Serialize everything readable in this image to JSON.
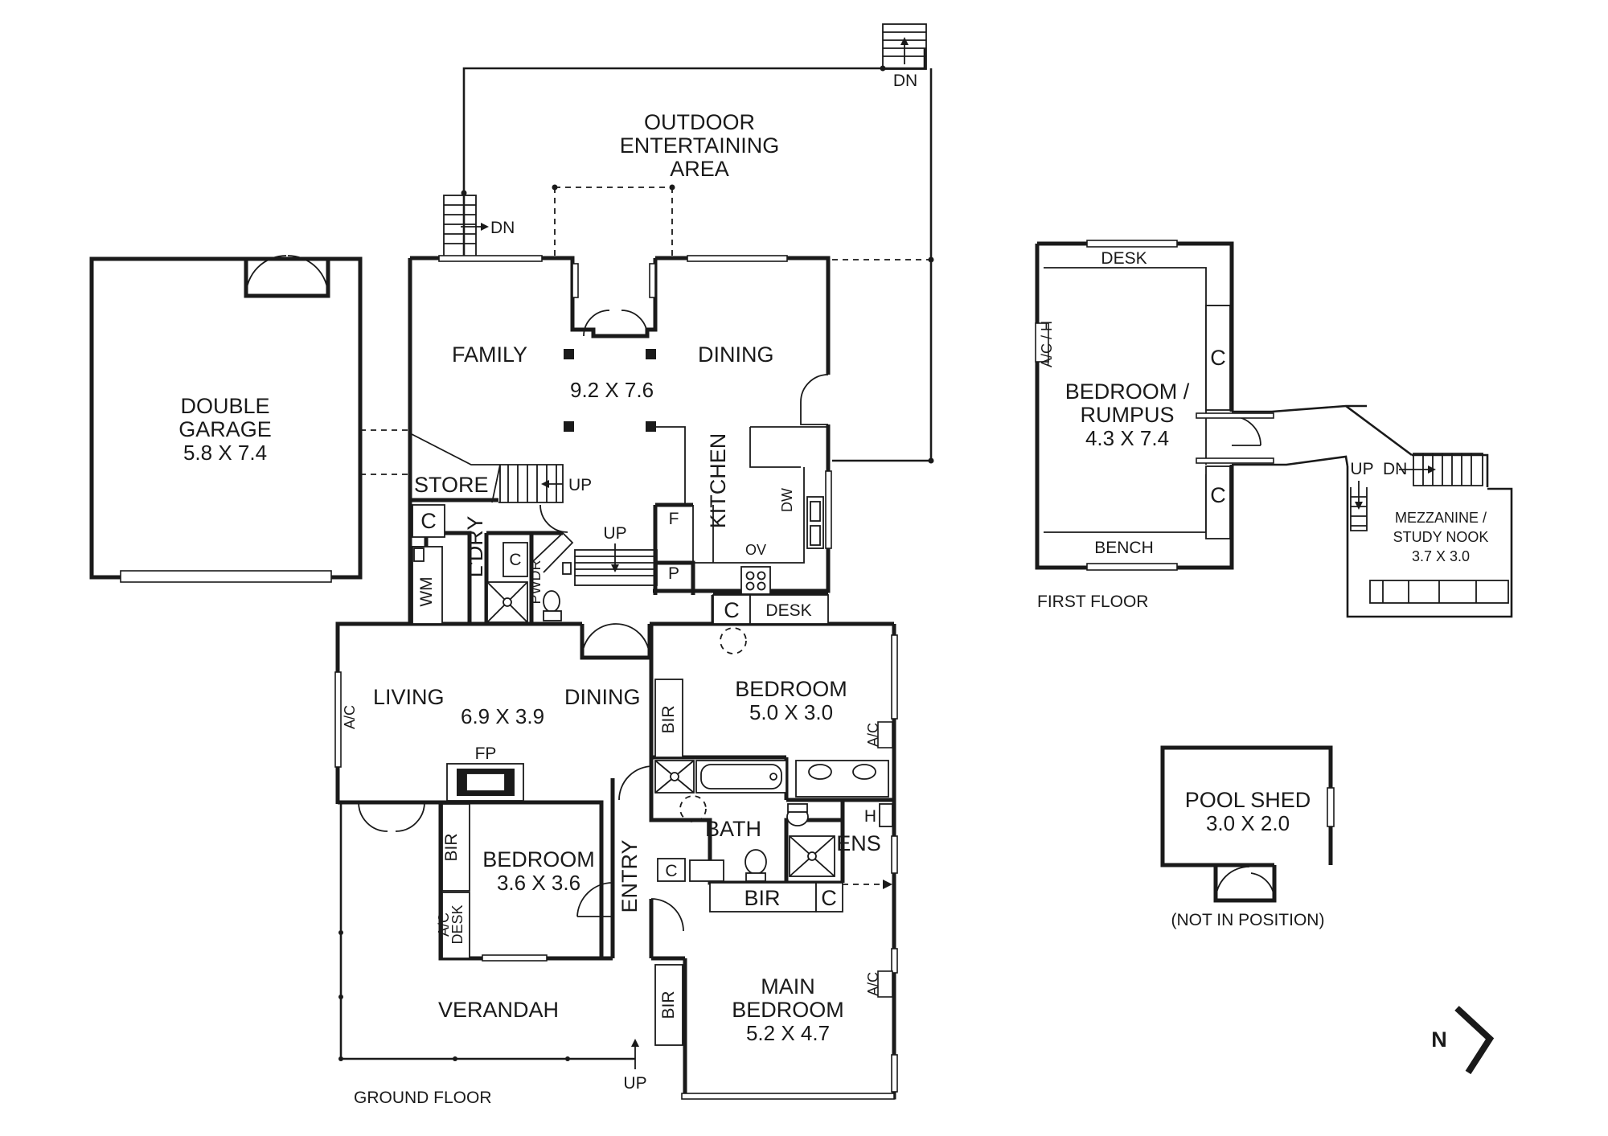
{
  "ground_floor": {
    "caption": "GROUND FLOOR",
    "outdoor": {
      "line1": "OUTDOOR",
      "line2": "ENTERTAINING",
      "line3": "AREA",
      "stair_dn_top": "DN",
      "stair_dn_left": "DN"
    },
    "garage": {
      "line1": "DOUBLE",
      "line2": "GARAGE",
      "dims": "5.8 X 7.4"
    },
    "family": "FAMILY",
    "dining_upper": "DINING",
    "family_dims": "9.2 X 7.6",
    "kitchen": "KITCHEN",
    "store": "STORE",
    "store_up": "UP",
    "ldry": "L'DRY",
    "pwdr": "PWDR",
    "wm": "WM",
    "c_ldry": "C",
    "c_pwdr": "C",
    "steps_up": "UP",
    "fridge": "F",
    "pantry": "P",
    "oven": "OV",
    "dishwasher": "DW",
    "c_hall": "C",
    "desk_hall": "DESK",
    "living": "LIVING",
    "living_dims": "6.9 X 3.9",
    "dining_lower": "DINING",
    "fp": "FP",
    "ac_living": "A/C",
    "bedroom_front": {
      "name": "BEDROOM",
      "dims": "5.0 X 3.0"
    },
    "bir_front": "BIR",
    "ac_front": "A/C",
    "bath": "BATH",
    "ens": "ENS",
    "h": "H",
    "c_bath": "C",
    "bir_bath": "BIR",
    "c_ens": "C",
    "bedroom_small": {
      "name": "BEDROOM",
      "dims": "3.6 X 3.6"
    },
    "bir_small": "BIR",
    "desk_small": "DESK",
    "ac_small": "A/C",
    "entry": "ENTRY",
    "main_bedroom": {
      "line1": "MAIN",
      "line2": "BEDROOM",
      "dims": "5.2 X 4.7"
    },
    "bir_main": "BIR",
    "ac_main": "A/C",
    "verandah": "VERANDAH",
    "verandah_up": "UP"
  },
  "first_floor": {
    "caption": "FIRST FLOOR",
    "desk": "DESK",
    "bench": "BENCH",
    "ac_h": "A/C / H",
    "c_top": "C",
    "c_bottom": "C",
    "bedroom": {
      "line1": "BEDROOM /",
      "line2": "RUMPUS",
      "dims": "4.3 X 7.4"
    },
    "stair_up": "UP",
    "stair_dn": "DN",
    "mezzanine": {
      "line1": "MEZZANINE /",
      "line2": "STUDY NOOK",
      "dims": "3.7 X 3.0"
    }
  },
  "pool_shed": {
    "line1": "POOL SHED",
    "dims": "3.0 X 2.0",
    "note": "(NOT IN POSITION)"
  },
  "north": "N"
}
